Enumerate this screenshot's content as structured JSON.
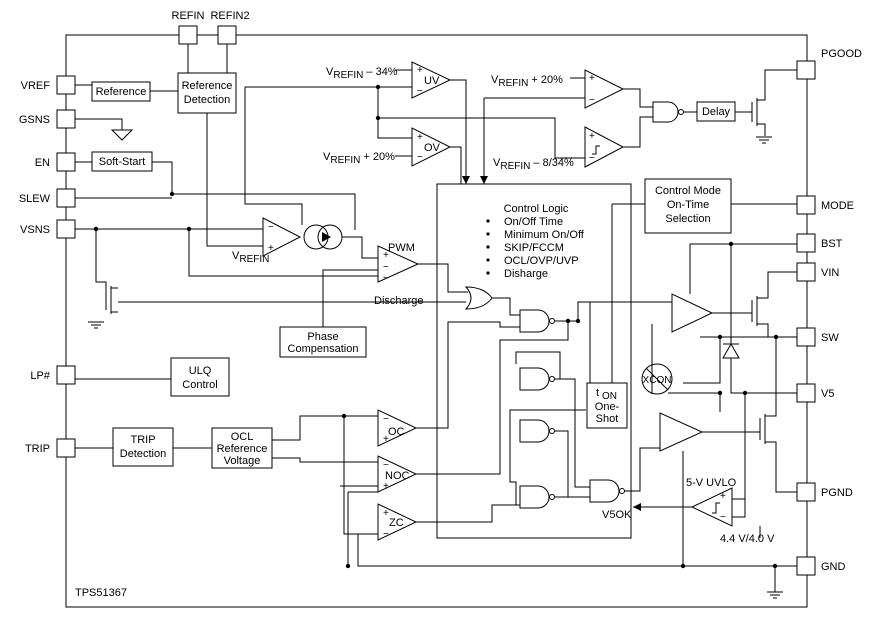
{
  "pins_left": [
    "VREF",
    "GSNS",
    "EN",
    "SLEW",
    "VSNS",
    "LP#",
    "TRIP"
  ],
  "pins_top": [
    "REFIN",
    "REFIN2"
  ],
  "pins_right": [
    "PGOOD",
    "MODE",
    "BST",
    "VIN",
    "SW",
    "V5",
    "PGND",
    "GND"
  ],
  "blocks": {
    "reference": "Reference",
    "reference_detection": [
      "Reference",
      "Detection"
    ],
    "soft_start": "Soft-Start",
    "delay": "Delay",
    "control_mode": [
      "Control Mode",
      "On-Time",
      "Selection"
    ],
    "phase_comp": [
      "Phase",
      "Compensation"
    ],
    "ulq": [
      "ULQ",
      "Control"
    ],
    "trip_detection": [
      "TRIP",
      "Detection"
    ],
    "ocl_ref": [
      "OCL",
      "Reference",
      "Voltage"
    ],
    "ton": [
      "t",
      "ON",
      "One-",
      "Shot"
    ],
    "xcon": "XCON"
  },
  "control_logic": {
    "title": "Control Logic",
    "items": [
      "On/Off Time",
      "Minimum On/Off",
      "SKIP/FCCM",
      "OCL/OVP/UVP",
      "Disharge"
    ]
  },
  "comparators": {
    "uv": "UV",
    "ov": "OV",
    "pwm": "PWM",
    "oc": "OC",
    "noc": "NOC",
    "zc": "ZC"
  },
  "thresholds": {
    "uv_ref": [
      "V",
      "REFIN",
      " – 34%"
    ],
    "ov_ref": [
      "V",
      "REFIN",
      " + 20%"
    ],
    "pg_hi": [
      "V",
      "REFIN",
      " + 20%"
    ],
    "pg_lo": [
      "V",
      "REFIN",
      " – 8/34%"
    ],
    "vrefin": [
      "V",
      "REFIN"
    ]
  },
  "signals": {
    "discharge": "Discharge",
    "v5ok": "V5OK",
    "uvlo": "5-V UVLO",
    "uvlo_levels": "4.4 V/4.0 V"
  },
  "part_number": "TPS51367"
}
